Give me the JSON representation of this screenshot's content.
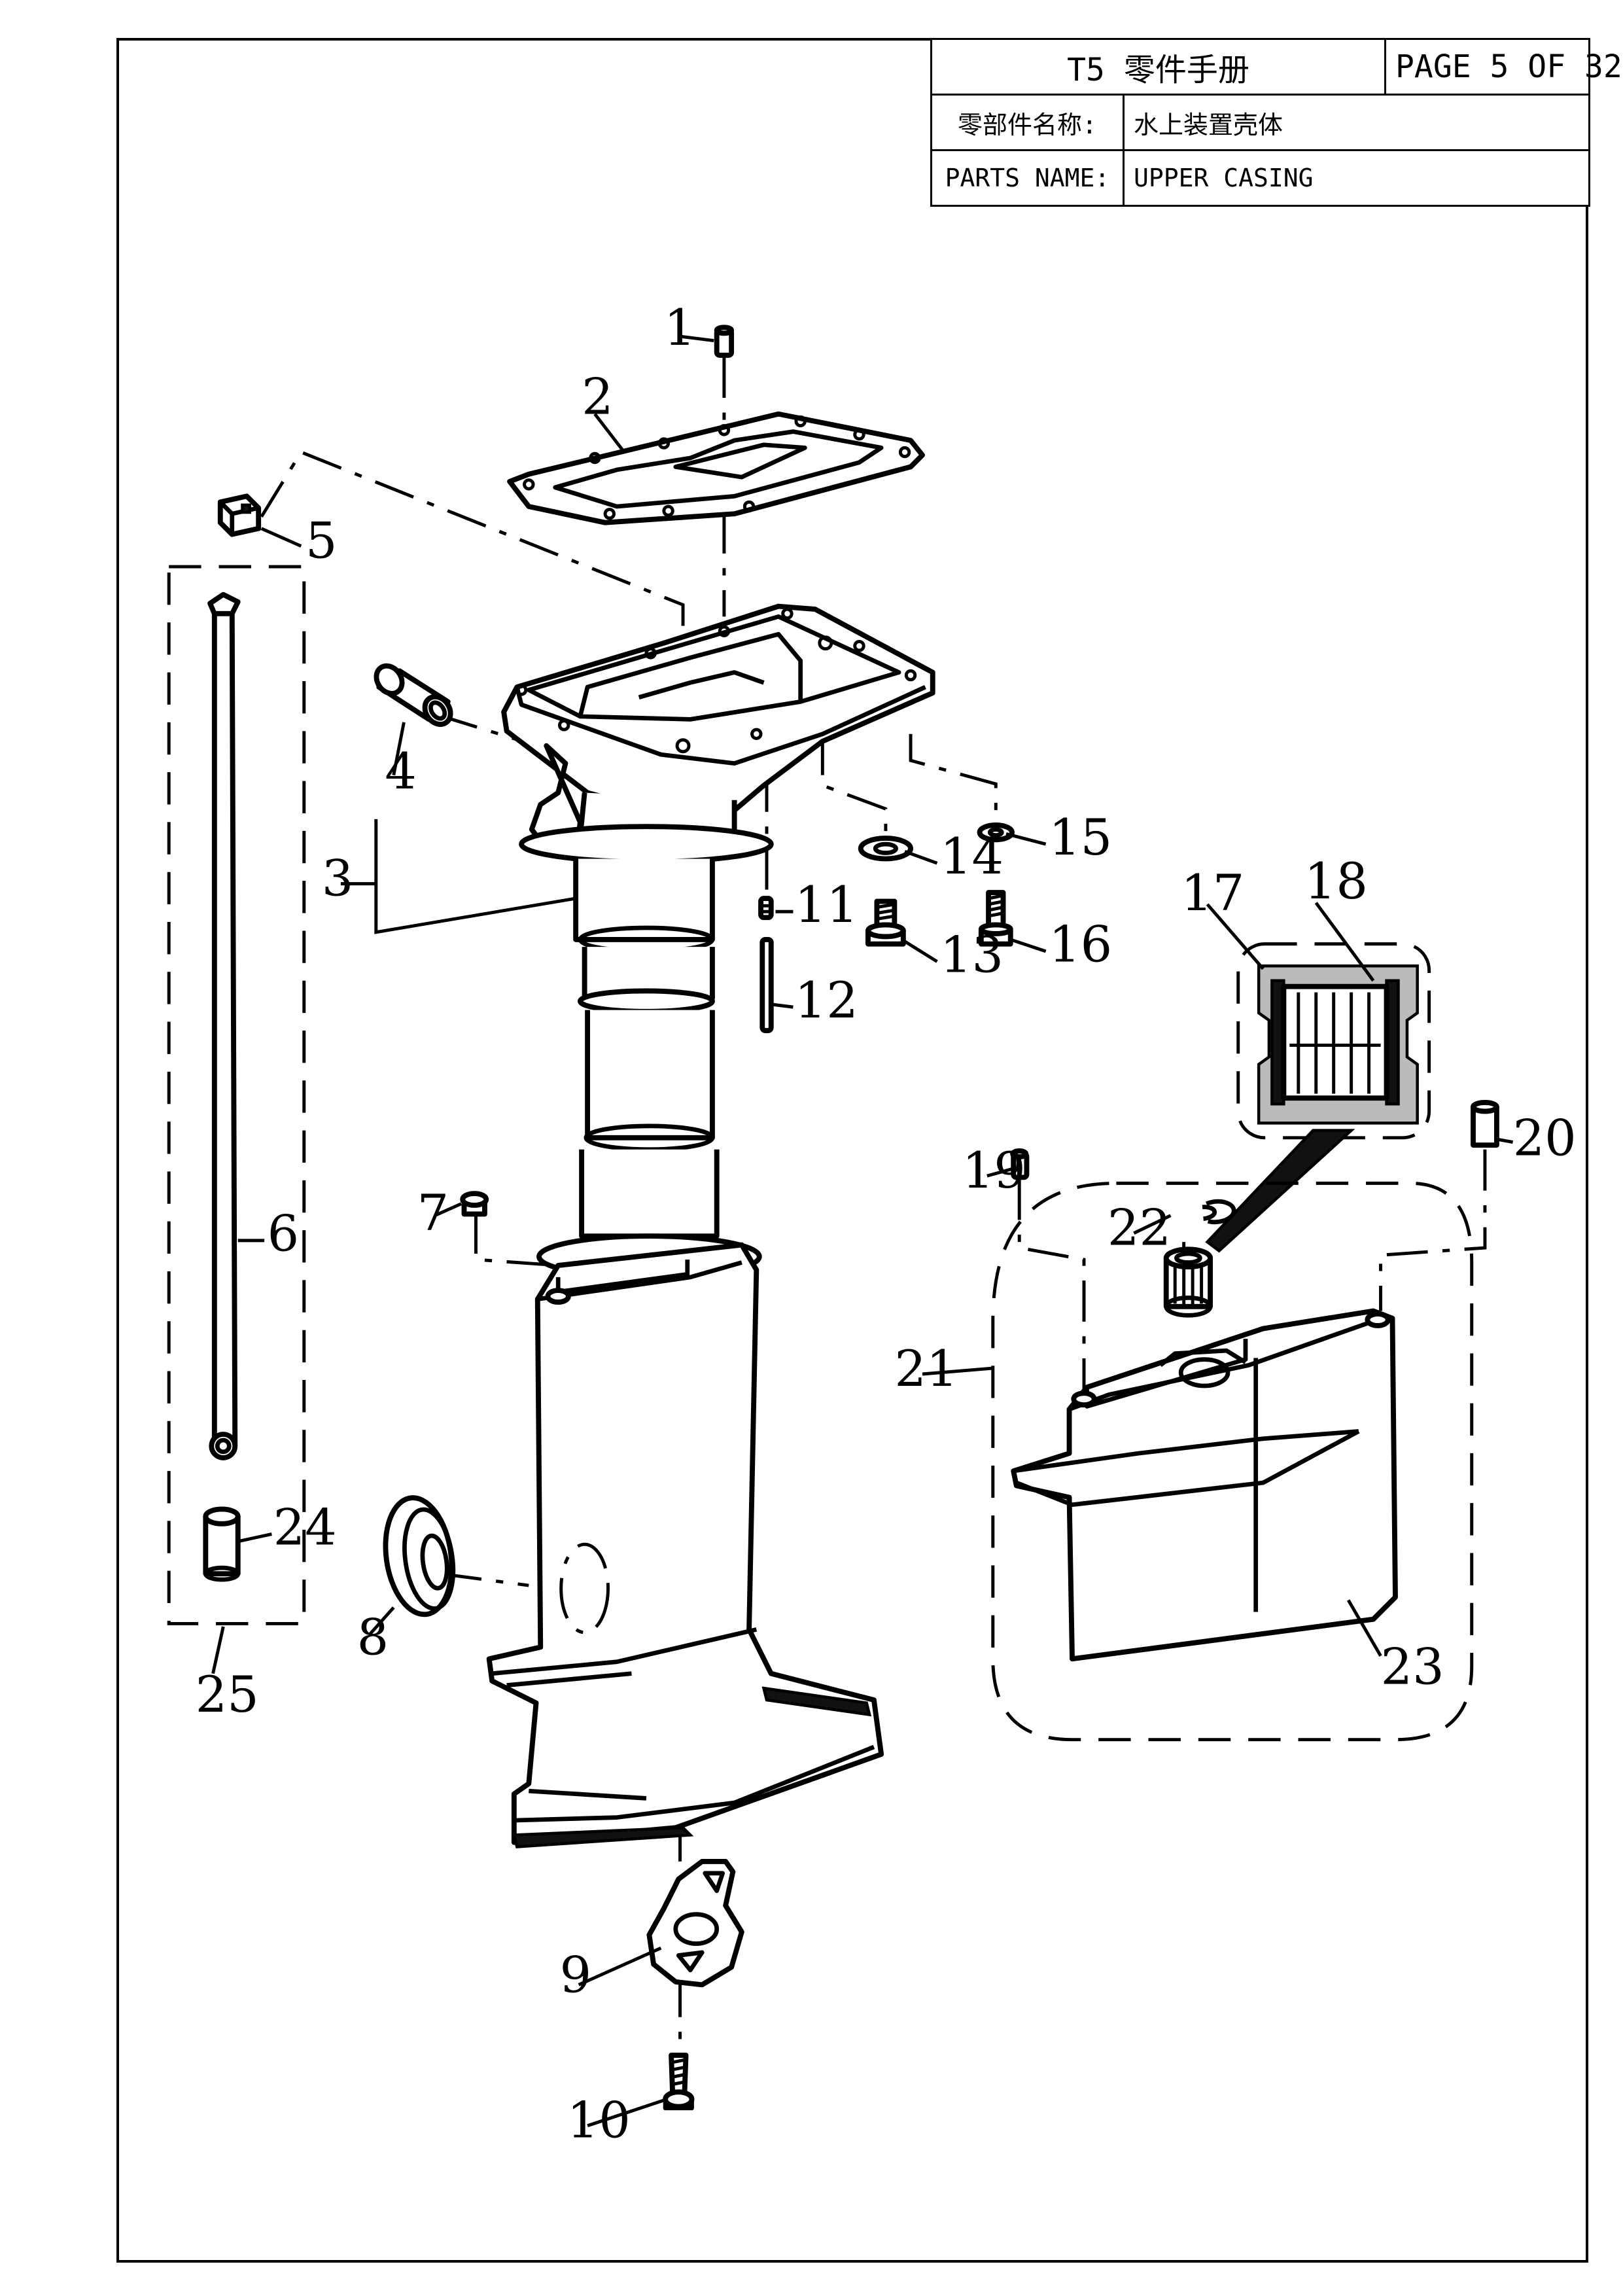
{
  "header": {
    "title": "T5 零件手册",
    "page": "PAGE 5 OF 32",
    "parts_name_label_cn": "零部件名称:",
    "parts_name_value_cn": "水上装置壳体",
    "parts_name_label_en": "PARTS NAME:",
    "parts_name_value_en": "UPPER CASING"
  },
  "callouts": [
    "1",
    "2",
    "3",
    "4",
    "5",
    "6",
    "7",
    "8",
    "9",
    "10",
    "11",
    "12",
    "13",
    "14",
    "15",
    "16",
    "17",
    "18",
    "19",
    "20",
    "21",
    "22",
    "23",
    "24",
    "25"
  ]
}
